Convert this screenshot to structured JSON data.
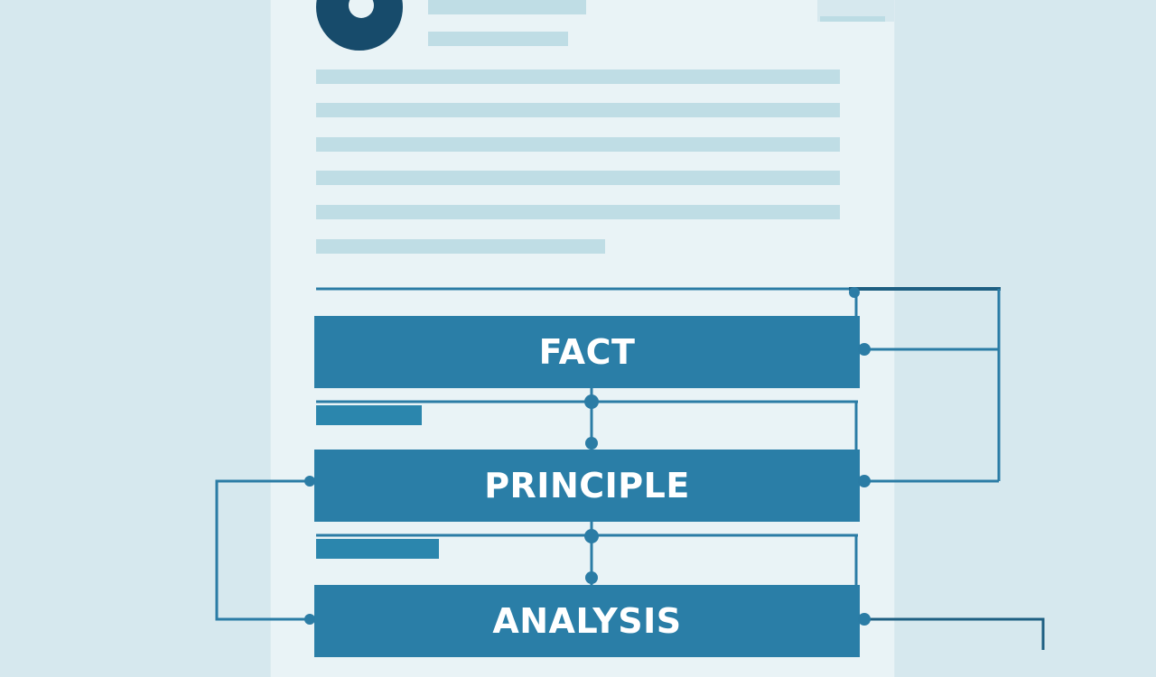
{
  "diagram": {
    "stages": [
      {
        "id": "fact",
        "label": "FACT"
      },
      {
        "id": "principle",
        "label": "PRINCIPLE"
      },
      {
        "id": "analysis",
        "label": "ANALYSIS"
      }
    ]
  },
  "colors": {
    "background": "#d6e8ee",
    "page": "#e9f3f6",
    "placeholder_text_line": "#bfdde5",
    "stage_fill": "#2a7ea7",
    "connector": "#2b7ca5",
    "logo": "#174b6b"
  },
  "icons": {
    "logo": "ring-logo-icon"
  }
}
